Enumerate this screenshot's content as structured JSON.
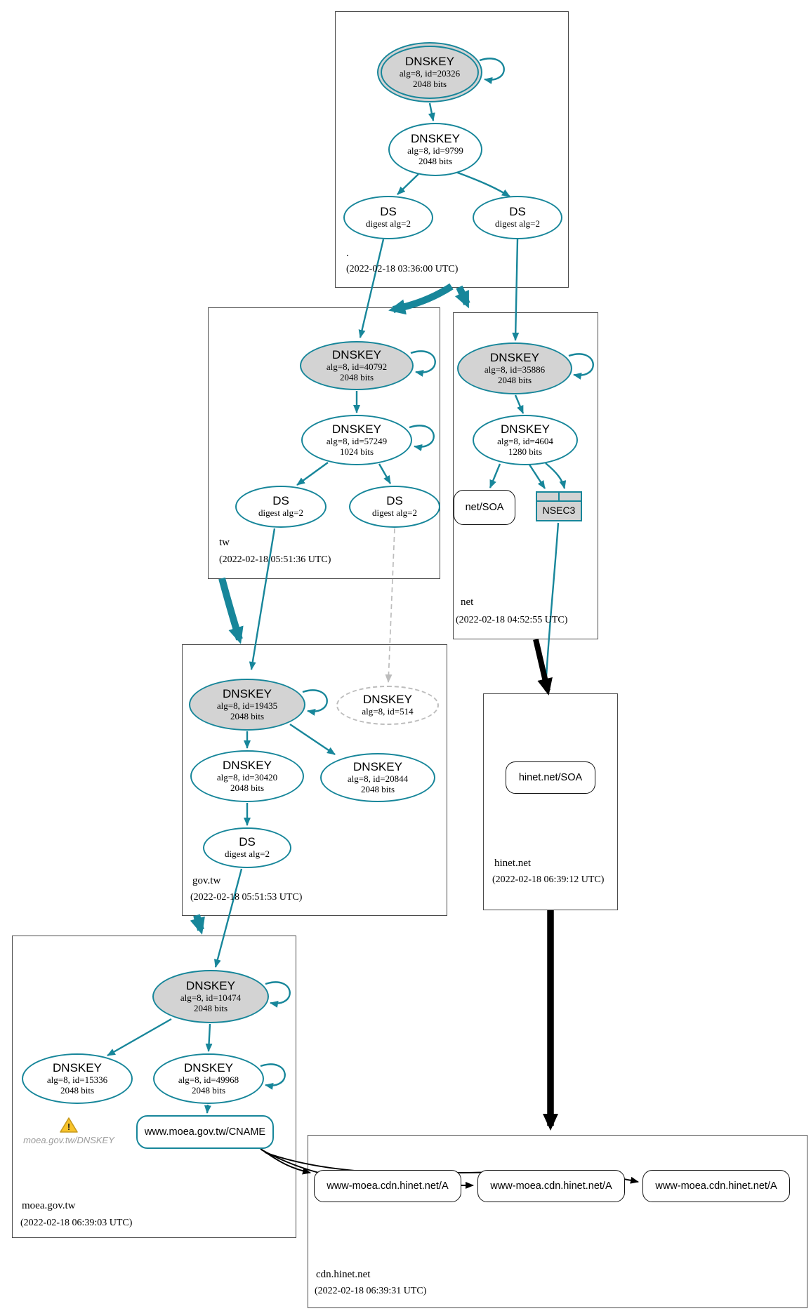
{
  "zones": {
    "root": {
      "label": ".",
      "timestamp": "(2022-02-18 03:36:00 UTC)",
      "ksk": {
        "title": "DNSKEY",
        "detail1": "alg=8, id=20326",
        "detail2": "2048 bits"
      },
      "zsk": {
        "title": "DNSKEY",
        "detail1": "alg=8, id=9799",
        "detail2": "2048 bits"
      },
      "ds1": {
        "title": "DS",
        "detail1": "digest alg=2"
      },
      "ds2": {
        "title": "DS",
        "detail1": "digest alg=2"
      }
    },
    "tw": {
      "label": "tw",
      "timestamp": "(2022-02-18 05:51:36 UTC)",
      "ksk": {
        "title": "DNSKEY",
        "detail1": "alg=8, id=40792",
        "detail2": "2048 bits"
      },
      "zsk": {
        "title": "DNSKEY",
        "detail1": "alg=8, id=57249",
        "detail2": "1024 bits"
      },
      "ds1": {
        "title": "DS",
        "detail1": "digest alg=2"
      },
      "ds2": {
        "title": "DS",
        "detail1": "digest alg=2"
      }
    },
    "net": {
      "label": "net",
      "timestamp": "(2022-02-18 04:52:55 UTC)",
      "ksk": {
        "title": "DNSKEY",
        "detail1": "alg=8, id=35886",
        "detail2": "2048 bits"
      },
      "zsk": {
        "title": "DNSKEY",
        "detail1": "alg=8, id=4604",
        "detail2": "1280 bits"
      },
      "soa": {
        "label": "net/SOA"
      },
      "nsec3": {
        "label": "NSEC3"
      }
    },
    "gov_tw": {
      "label": "gov.tw",
      "timestamp": "(2022-02-18 05:51:53 UTC)",
      "ksk": {
        "title": "DNSKEY",
        "detail1": "alg=8, id=19435",
        "detail2": "2048 bits"
      },
      "missing_key": {
        "title": "DNSKEY",
        "detail1": "alg=8, id=514"
      },
      "zsk1": {
        "title": "DNSKEY",
        "detail1": "alg=8, id=30420",
        "detail2": "2048 bits"
      },
      "zsk2": {
        "title": "DNSKEY",
        "detail1": "alg=8, id=20844",
        "detail2": "2048 bits"
      },
      "ds": {
        "title": "DS",
        "detail1": "digest alg=2"
      }
    },
    "hinet_net": {
      "label": "hinet.net",
      "timestamp": "(2022-02-18 06:39:12 UTC)",
      "soa": {
        "label": "hinet.net/SOA"
      }
    },
    "moea_gov_tw": {
      "label": "moea.gov.tw",
      "timestamp": "(2022-02-18 06:39:03 UTC)",
      "ksk": {
        "title": "DNSKEY",
        "detail1": "alg=8, id=10474",
        "detail2": "2048 bits"
      },
      "zsk1": {
        "title": "DNSKEY",
        "detail1": "alg=8, id=15336",
        "detail2": "2048 bits"
      },
      "zsk2": {
        "title": "DNSKEY",
        "detail1": "alg=8, id=49968",
        "detail2": "2048 bits"
      },
      "warning_label": "moea.gov.tw/DNSKEY",
      "warning_glyph": "!",
      "cname": {
        "label": "www.moea.gov.tw/CNAME"
      }
    },
    "cdn_hinet_net": {
      "label": "cdn.hinet.net",
      "timestamp": "(2022-02-18 06:39:31 UTC)",
      "a_records": [
        "www-moea.cdn.hinet.net/A",
        "www-moea.cdn.hinet.net/A",
        "www-moea.cdn.hinet.net/A"
      ]
    }
  },
  "colors": {
    "secure_teal": "#17869a",
    "ksk_fill": "#d3d3d3",
    "insecure_black": "#000000",
    "missing_gray": "#bcbcbc",
    "warning_yellow": "#f8c32a"
  }
}
